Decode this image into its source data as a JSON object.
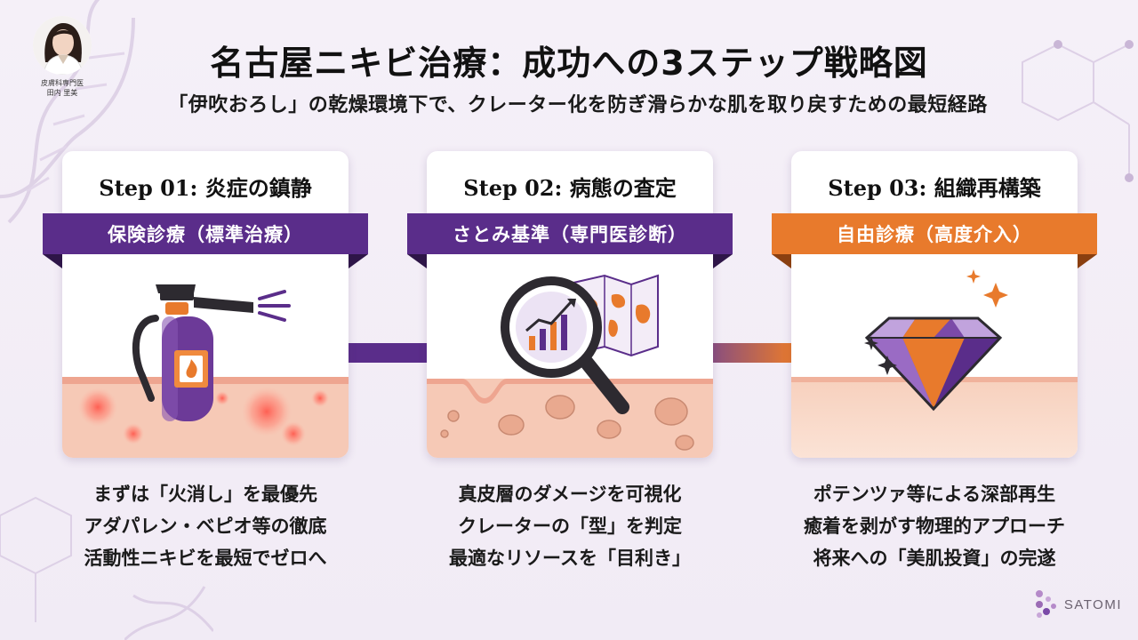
{
  "header": {
    "title": "名古屋ニキビ治療：成功への3ステップ戦略図",
    "subtitle": "「伊吹おろし」の乾燥環境下で、クレーター化を防ぎ滑らかな肌を取り戻すための最短経路"
  },
  "doctor": {
    "caption_line1": "皮膚科専門医",
    "caption_line2": "田内 里美"
  },
  "steps": [
    {
      "step": "Step 01: 炎症の鎮静",
      "ribbon": "保険診療（標準治療）",
      "ribbon_color": "#5a2d8a",
      "ribbon_fold_color": "#2e1548",
      "illustration": "fire-extinguisher-icon",
      "lines": [
        "まずは「火消し」を最優先",
        "アダパレン・ベピオ等の徹底",
        "活動性ニキビを最短でゼロへ"
      ]
    },
    {
      "step": "Step 02: 病態の査定",
      "ribbon": "さとみ基準（専門医診断）",
      "ribbon_color": "#5a2d8a",
      "ribbon_fold_color": "#2e1548",
      "illustration": "magnifier-chart-icon",
      "lines": [
        "真皮層のダメージを可視化",
        "クレーターの「型」を判定",
        "最適なリソースを「目利き」"
      ]
    },
    {
      "step": "Step 03: 組織再構築",
      "ribbon": "自由診療（高度介入）",
      "ribbon_color": "#e87a2c",
      "ribbon_fold_color": "#8a3f10",
      "illustration": "diamond-icon",
      "lines": [
        "ポテンツァ等による深部再生",
        "癒着を剥がす物理的アプローチ",
        "将来への「美肌投資」の完遂"
      ]
    }
  ],
  "logo": {
    "text": "SATOMI"
  },
  "colors": {
    "purple": "#5a2d8a",
    "orange": "#e87a2c",
    "skin": "#f6c9b6",
    "background": "#f3eef7"
  }
}
